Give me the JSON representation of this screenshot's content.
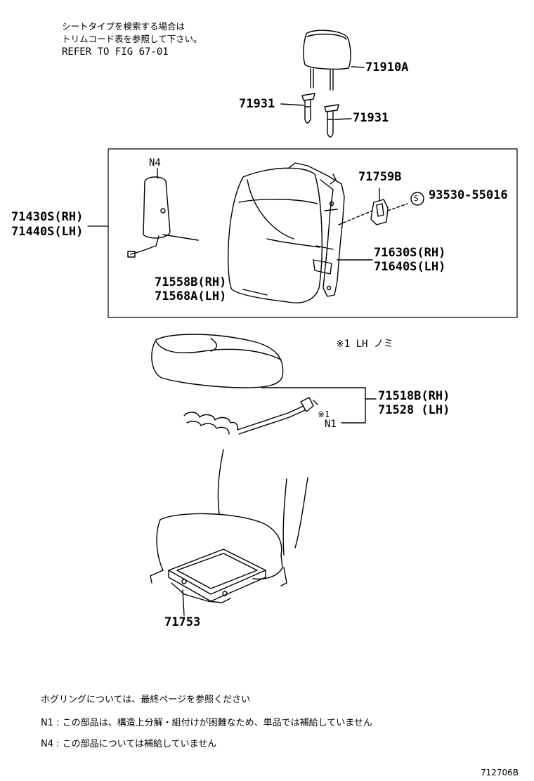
{
  "notes": {
    "header_line1": "シートタイプを検索する場合は",
    "header_line2": "トリムコード表を参照して下さい。",
    "refer": "REFER TO FIG 67-01"
  },
  "parts": {
    "headrest": "71910A",
    "guide_left": "71931",
    "guide_right": "71931",
    "frame_box_rh": "71430S(RH)",
    "frame_box_lh": "71440S(LH)",
    "n4_marker": "N4",
    "bracket": "71759B",
    "screw_symbol": "S",
    "screw": "93530-55016",
    "back_frame_rh": "71630S(RH)",
    "back_frame_lh": "71640S(LH)",
    "back_cover_rh": "71558B(RH)",
    "back_cover_lh": "71568A(LH)",
    "lh_note": "※1  LH ノミ",
    "cushion_cover_rh": "71518B(RH)",
    "cushion_cover_lh": "71528  (LH)",
    "mark_1": "※1",
    "n1_marker": "N1",
    "cushion_frame": "71753"
  },
  "footer": {
    "line1": "ホグリングについては、最終ページを参照ください",
    "line2": "N1 : この部品は、構造上分解・組付けが困難なため、単品では補給していません",
    "line3": "N4 : この部品については補給していません"
  },
  "figure_id": "712706B"
}
